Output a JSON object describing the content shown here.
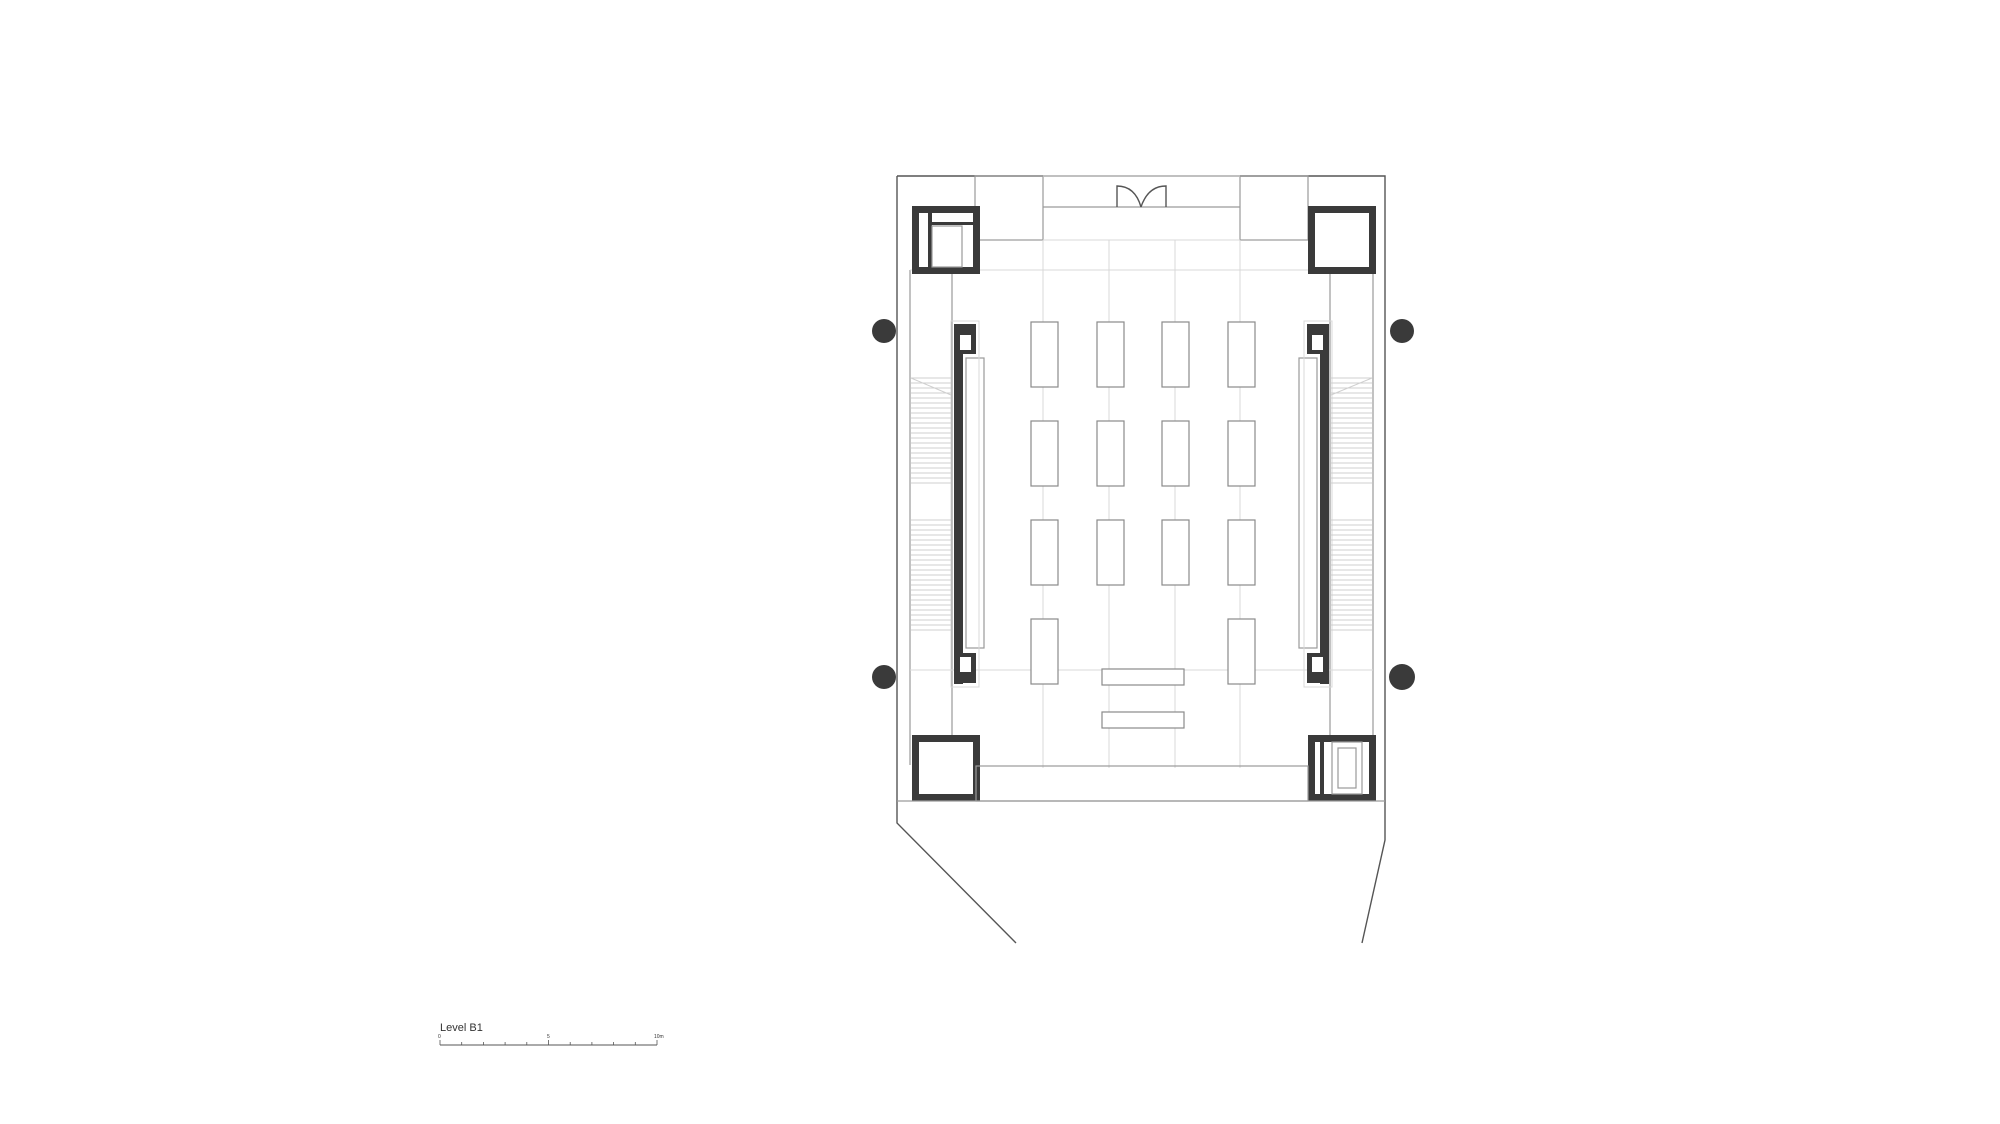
{
  "drawing": {
    "level_label": "Level B1",
    "scale_bar": {
      "ticks": [
        "0",
        "5",
        "10m"
      ]
    },
    "colors": {
      "wall": "#3a3a3a",
      "line": "#9a9a9a",
      "background": "#ffffff"
    }
  }
}
